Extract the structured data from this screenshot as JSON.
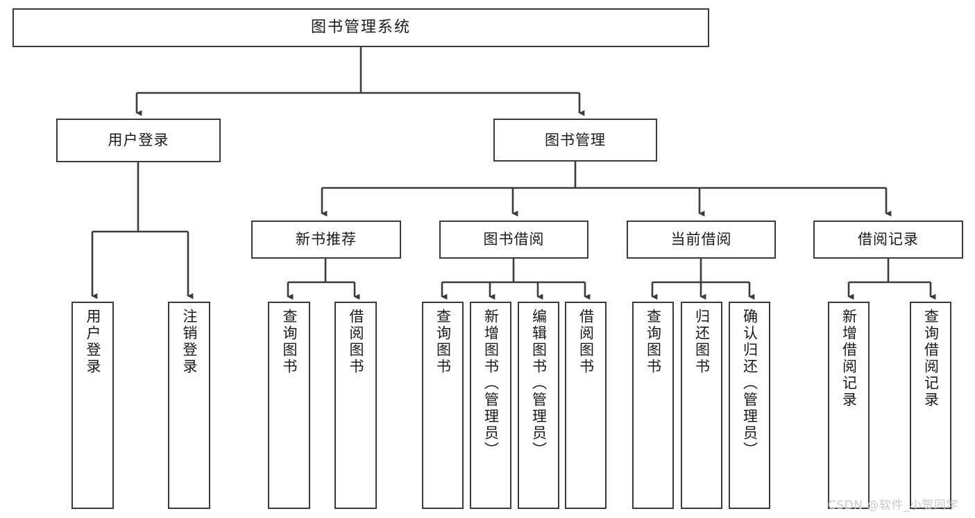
{
  "diagram": {
    "type": "tree-hierarchy-flowchart",
    "title": "图书管理系统",
    "watermark": "CSDN @软件_小贺同学",
    "colors": {
      "background": "#ffffff",
      "box_border": "#3b3b3b",
      "box_fill": "#ffffff",
      "text": "#1a1a1a",
      "edge": "#3b3b3b",
      "watermark": "#c9c9c9"
    },
    "nodes": {
      "root": {
        "label": "图书管理系统",
        "level": 1
      },
      "user_login": {
        "label": "用户登录",
        "level": 2
      },
      "book_manage": {
        "label": "图书管理",
        "level": 2
      },
      "new_book_rec": {
        "label": "新书推荐",
        "level": 3
      },
      "book_borrow": {
        "label": "图书借阅",
        "level": 3
      },
      "current_borrow": {
        "label": "当前借阅",
        "level": 3
      },
      "borrow_record": {
        "label": "借阅记录",
        "level": 3
      },
      "leaf_user_login": {
        "label": "用户登录",
        "level": 4
      },
      "leaf_logout": {
        "label": "注销登录",
        "level": 4
      },
      "leaf_query_book_1": {
        "label": "查询图书",
        "level": 4
      },
      "leaf_borrow_book_1": {
        "label": "借阅图书",
        "level": 4
      },
      "leaf_query_book_2": {
        "label": "查询图书",
        "level": 4
      },
      "leaf_add_book": {
        "label": "新增图书（管理员）",
        "level": 4
      },
      "leaf_edit_book": {
        "label": "编辑图书（管理员）",
        "level": 4
      },
      "leaf_borrow_book_2": {
        "label": "借阅图书",
        "level": 4
      },
      "leaf_query_book_3": {
        "label": "查询图书",
        "level": 4
      },
      "leaf_return_book": {
        "label": "归还图书",
        "level": 4
      },
      "leaf_confirm_return": {
        "label": "确认归还（管理员）",
        "level": 4
      },
      "leaf_add_record": {
        "label": "新增借阅记录",
        "level": 4
      },
      "leaf_query_record": {
        "label": "查询借阅记录",
        "level": 4
      }
    },
    "edges": [
      {
        "from": "root",
        "to": "user_login"
      },
      {
        "from": "root",
        "to": "book_manage"
      },
      {
        "from": "user_login",
        "to": "leaf_user_login"
      },
      {
        "from": "user_login",
        "to": "leaf_logout"
      },
      {
        "from": "book_manage",
        "to": "new_book_rec"
      },
      {
        "from": "book_manage",
        "to": "book_borrow"
      },
      {
        "from": "book_manage",
        "to": "current_borrow"
      },
      {
        "from": "book_manage",
        "to": "borrow_record"
      },
      {
        "from": "new_book_rec",
        "to": "leaf_query_book_1"
      },
      {
        "from": "new_book_rec",
        "to": "leaf_borrow_book_1"
      },
      {
        "from": "book_borrow",
        "to": "leaf_query_book_2"
      },
      {
        "from": "book_borrow",
        "to": "leaf_add_book"
      },
      {
        "from": "book_borrow",
        "to": "leaf_edit_book"
      },
      {
        "from": "book_borrow",
        "to": "leaf_borrow_book_2"
      },
      {
        "from": "current_borrow",
        "to": "leaf_query_book_3"
      },
      {
        "from": "current_borrow",
        "to": "leaf_return_book"
      },
      {
        "from": "current_borrow",
        "to": "leaf_confirm_return"
      },
      {
        "from": "borrow_record",
        "to": "leaf_add_record"
      },
      {
        "from": "borrow_record",
        "to": "leaf_query_record"
      }
    ]
  }
}
